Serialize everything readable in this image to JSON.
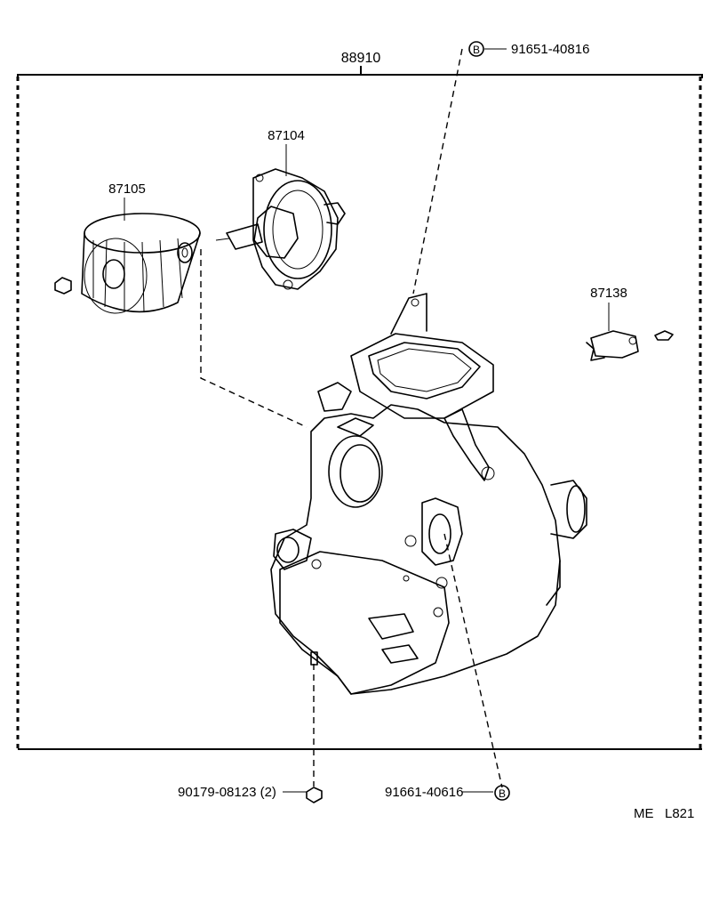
{
  "diagram": {
    "assembly_label": "88910",
    "parts": {
      "motor": "87104",
      "fan": "87105",
      "resistor": "87138"
    },
    "fasteners": {
      "top_screw": "91651-40816",
      "bottom_screw": "91661-40616",
      "nut": "90179-08123 (2)"
    },
    "marker": "B",
    "page_code": "ME   L821"
  }
}
